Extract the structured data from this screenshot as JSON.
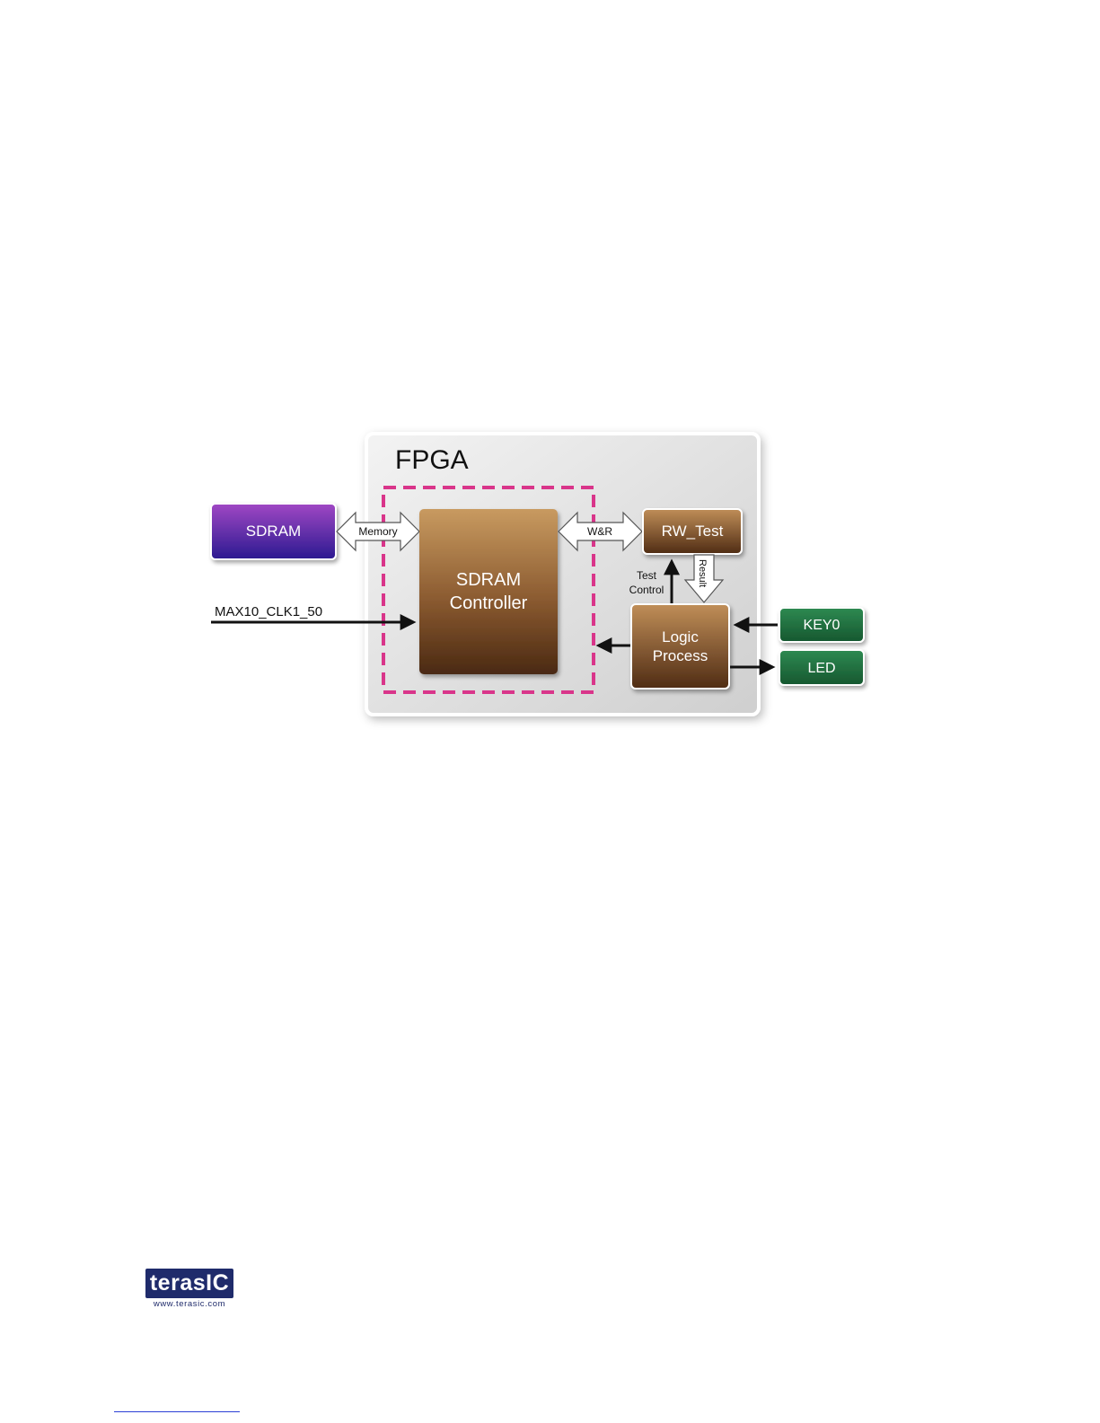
{
  "diagram": {
    "fpga_label": "FPGA",
    "sdram_label": "SDRAM",
    "memory_label": "Memory",
    "controller_line1": "SDRAM",
    "controller_line2": "Controller",
    "wr_label": "W&R",
    "rwtest_label": "RW_Test",
    "result_label": "Result",
    "test_control_line1": "Test",
    "test_control_line2": "Control",
    "logic_line1": "Logic",
    "logic_line2": "Process",
    "clock_label": "MAX10_CLK1_50",
    "key_label": "KEY0",
    "led_label": "LED"
  },
  "colors": {
    "sdram_top": "#9b3fbf",
    "sdram_bottom": "#2a1a8f",
    "brown_top": "#c4945c",
    "brown_bottom": "#4a2912",
    "green": "#1f6f3f",
    "dashed": "#d9358a",
    "fpga_bg": "#dcdcdc"
  },
  "logo": {
    "name": "terasIC",
    "url": "www.terasic.com"
  }
}
